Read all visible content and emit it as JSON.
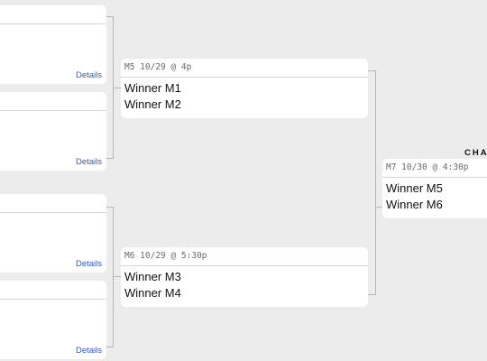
{
  "left_matches": [
    {
      "details_label": "Details"
    },
    {
      "details_label": "Details"
    },
    {
      "details_label": "Details"
    },
    {
      "details_label": "Details"
    }
  ],
  "semis": [
    {
      "header": "M5 10/29 @ 4p",
      "team1": "Winner M1",
      "team2": "Winner M2"
    },
    {
      "header": "M6 10/29 @ 5:30p",
      "team1": "Winner M3",
      "team2": "Winner M4"
    }
  ],
  "final": {
    "header": "M7 10/30 @ 4:30p",
    "team1": "Winner M5",
    "team2": "Winner M6"
  },
  "champion_label": "CHA"
}
